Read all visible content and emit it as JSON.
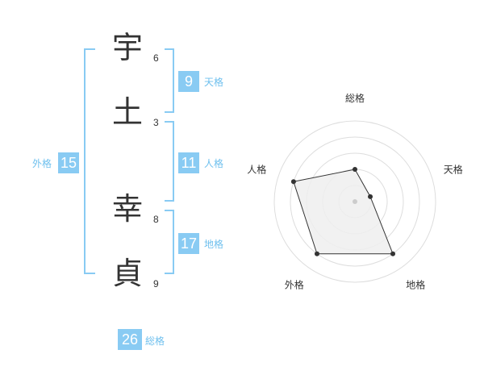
{
  "name": {
    "chars": [
      {
        "char": "宇",
        "strokes": "6"
      },
      {
        "char": "土",
        "strokes": "3"
      },
      {
        "char": "幸",
        "strokes": "8"
      },
      {
        "char": "貞",
        "strokes": "9"
      }
    ]
  },
  "kaku": {
    "tenkaku": {
      "value": "9",
      "label": "天格"
    },
    "jinkaku": {
      "value": "11",
      "label": "人格"
    },
    "chikaku": {
      "value": "17",
      "label": "地格"
    },
    "gaikaku": {
      "value": "15",
      "label": "外格"
    },
    "soukaku": {
      "value": "26",
      "label": "総格"
    }
  },
  "chart_data": {
    "type": "radar",
    "axes": [
      "総格",
      "天格",
      "地格",
      "外格",
      "人格"
    ],
    "values": [
      2,
      1,
      4,
      4,
      4
    ],
    "max": 5,
    "rings": 5,
    "colors": {
      "fill": "#eeeeee",
      "stroke": "#333333",
      "ring": "#dddddd"
    }
  },
  "colors": {
    "accent": "#89cbf3",
    "label": "#6fc0ee"
  }
}
